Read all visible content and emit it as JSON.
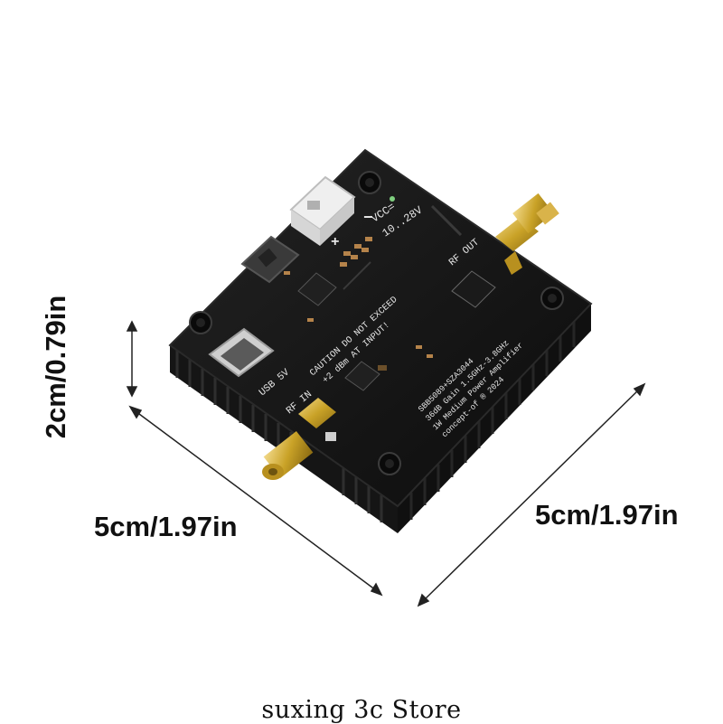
{
  "dimensions": {
    "width_left": "5cm/1.97in",
    "width_right": "5cm/1.97in",
    "height": "2cm/0.79in"
  },
  "board": {
    "vcc_label": "VCC=",
    "vcc_range": "10..28V",
    "plus_sign": "+",
    "minus_sign": "−",
    "rf_out_label": "RF OUT",
    "rf_in_label": "RF IN",
    "usb_label": "USB 5V",
    "caution_line1": "CAUTION DO NOT EXCEED",
    "caution_line2": "+2 dBm AT INPUT!",
    "spec_line1": "SBB5089+SZA3044",
    "spec_line2": "36dB Gain 1.5GHz-3.8GHz",
    "spec_line3": "1W Medium Power Amplifier",
    "spec_line4": "concept-of ® 2024"
  },
  "footer": {
    "store_name": "suxing 3c Store"
  },
  "colors": {
    "pcb": "#141414",
    "heatsink": "#1d1d1d",
    "connector_gold": "#c9a227",
    "background": "#ffffff"
  }
}
